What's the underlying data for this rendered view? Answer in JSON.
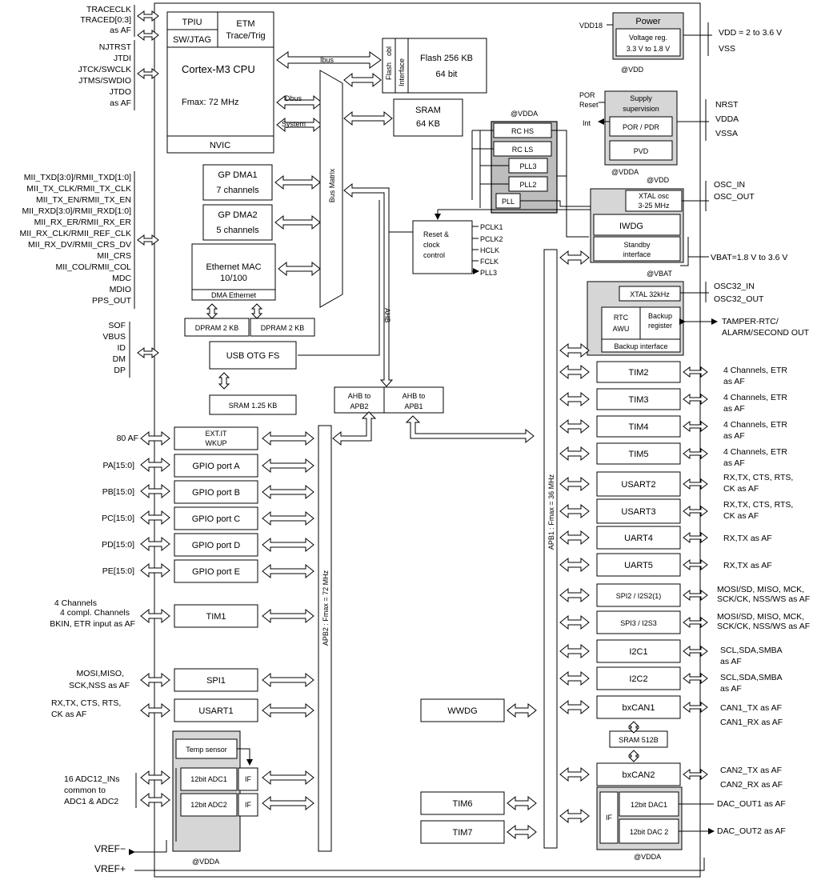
{
  "left_labels": {
    "trace": [
      "TRACECLK",
      "TRACED[0:3]",
      "as AF"
    ],
    "jtag": [
      "NJTRST",
      "JTDI",
      "JTCK/SWCLK",
      "JTMS/SWDIO",
      "JTDO",
      "as AF"
    ],
    "mii": [
      "MII_TXD[3:0]/RMII_TXD[1:0]",
      "MII_TX_CLK/RMII_TX_CLK",
      "MII_TX_EN/RMII_TX_EN",
      "MII_RXD[3:0]/RMII_RXD[1:0]",
      "MII_RX_ER/RMII_RX_ER",
      "MII_RX_CLK/RMII_REF_CLK",
      "MII_RX_DV/RMII_CRS_DV",
      "MII_CRS",
      "MII_COL/RMII_COL",
      "MDC",
      "MDIO",
      "PPS_OUT"
    ],
    "usb": [
      "SOF",
      "VBUS",
      "ID",
      "DM",
      "DP"
    ],
    "af80": "80 AF",
    "gpio": [
      "PA[15:0]",
      "PB[15:0]",
      "PC[15:0]",
      "PD[15:0]",
      "PE[15:0]"
    ],
    "tim1": [
      "4 Channels",
      "4 compl. Channels",
      "BKIN, ETR input as AF"
    ],
    "spi1": [
      "MOSI,MISO,",
      "SCK,NSS as AF"
    ],
    "usart1": [
      "RX,TX, CTS, RTS,",
      "CK as AF"
    ],
    "adc": [
      "16 ADC12_INs",
      "common to",
      "ADC1 & ADC2"
    ],
    "vref_minus": "VREF−",
    "vref_plus": "VREF+"
  },
  "core": {
    "tpiu": "TPIU",
    "etm": [
      "ETM",
      "Trace/Trig"
    ],
    "swjtag": "SW/JTAG",
    "cpu": "Cortex-M3 CPU",
    "fmax": "Fmax: 72 MHz",
    "nvic": "NVIC",
    "ibus": "Ibus",
    "dbus": "Dbus",
    "system": "System",
    "bus_matrix": "Bus Matrix",
    "ahb": "AHB"
  },
  "memory": {
    "flash": [
      "Flash 256 KB",
      "64 bit"
    ],
    "flash_obl": "obl",
    "flash_if": "Flash",
    "flash_interface": "Interface",
    "sram": [
      "SRAM",
      "64 KB"
    ]
  },
  "dma": {
    "dma1": [
      "GP DMA1",
      "7 channels"
    ],
    "dma2": [
      "GP DMA2",
      "5 channels"
    ],
    "eth": [
      "Ethernet  MAC",
      "10/100"
    ],
    "eth_dma": "DMA Ethernet",
    "dpram1": "DPRAM 2 KB",
    "dpram2": "DPRAM 2 KB",
    "usb": "USB OTG FS",
    "usb_sram": "SRAM 1.25 KB"
  },
  "clock": {
    "vdda_top": "@VDDA",
    "rc_hs": "RC HS",
    "rc_ls": "RC LS",
    "pll3": "PLL3",
    "pll2": "PLL2",
    "pll": "PLL",
    "reset_clock": [
      "Reset &",
      "clock",
      "control"
    ],
    "clocks": [
      "PCLK1",
      "PCLK2",
      "HCLK",
      "FCLK",
      "PLL3"
    ]
  },
  "power": {
    "vdd18": "VDD18",
    "title": "Power",
    "vreg": [
      "Voltage reg.",
      "3.3 V to 1.8 V"
    ],
    "at_vdd": "@VDD",
    "vdd_range": "VDD = 2 to 3.6 V",
    "vss": "VSS",
    "supervision": [
      "Supply",
      "supervision"
    ],
    "por_reset": [
      "POR",
      "Reset"
    ],
    "int": "Int",
    "por_pdr": "POR / PDR",
    "pvd": "PVD",
    "at_vdda": "@VDDA",
    "at_vdd2": "@VDD",
    "pins": [
      "NRST",
      "VDDA",
      "VSSA"
    ]
  },
  "standby": {
    "xtal": [
      "XTAL osc",
      "3-25 MHz"
    ],
    "iwdg": "IWDG",
    "standby_if": [
      "Standby",
      "interface"
    ],
    "osc": [
      "OSC_IN",
      "OSC_OUT"
    ],
    "vbat_range": "VBAT=1.8 V to 3.6 V",
    "at_vbat": "@VBAT"
  },
  "backup": {
    "xtal32": "XTAL 32kHz",
    "rtc": [
      "RTC",
      "AWU"
    ],
    "backup_reg": [
      "Backup",
      "register"
    ],
    "backup_if": "Backup interface",
    "osc32": [
      "OSC32_IN",
      "OSC32_OUT"
    ],
    "tamper": [
      "TAMPER-RTC/",
      "ALARM/SECOND OUT"
    ]
  },
  "bridges": {
    "apb2": [
      "AHB to",
      "APB2"
    ],
    "apb1": [
      "AHB to",
      "APB1"
    ],
    "apb2_bus": "APB2 : Fmax = 72 MHz",
    "apb1_bus": "APB1 : Fmax = 36 MHz"
  },
  "apb2_periph": {
    "exti": [
      "EXT.IT",
      "WKUP"
    ],
    "gpio": [
      "GPIO port A",
      "GPIO port B",
      "GPIO port C",
      "GPIO port D",
      "GPIO port E"
    ],
    "tim1": "TIM1",
    "spi1": "SPI1",
    "usart1": "USART1",
    "temp": "Temp sensor",
    "adc1": "12bit ADC1",
    "adc2": "12bit ADC2",
    "if": "IF",
    "at_vdda": "@VDDA"
  },
  "apb1_periph": {
    "tim": [
      "TIM2",
      "TIM3",
      "TIM4",
      "TIM5"
    ],
    "usart2": "USART2",
    "usart3": "USART3",
    "uart4": "UART4",
    "uart5": "UART5",
    "spi2": "SPI2 / I2S2(1)",
    "spi3": "SPI3 / I2S3",
    "i2c1": "I2C1",
    "i2c2": "I2C2",
    "bxcan1": "bxCAN1",
    "sram512": "SRAM 512B",
    "bxcan2": "bxCAN2",
    "wwdg": "WWDG",
    "tim6": "TIM6",
    "tim7": "TIM7",
    "dac1": "12bit DAC1",
    "dac2": "12bit DAC 2",
    "dac_if": "IF",
    "at_vdda": "@VDDA"
  },
  "right_labels": {
    "tim": [
      [
        "4 Channels, ETR",
        "as AF"
      ],
      [
        "4 Channels, ETR",
        "as AF"
      ],
      [
        "4 Channels, ETR",
        "as AF"
      ],
      [
        "4 Channels, ETR",
        "as AF"
      ]
    ],
    "usart2": [
      "RX,TX, CTS, RTS,",
      "CK as AF"
    ],
    "usart3": [
      "RX,TX, CTS, RTS,",
      "CK as AF"
    ],
    "uart4": "RX,TX as AF",
    "uart5": "RX,TX as AF",
    "spi2": [
      "MOSI/SD, MISO, MCK,",
      "SCK/CK, NSS/WS as AF"
    ],
    "spi3": [
      "MOSI/SD, MISO, MCK,",
      "SCK/CK, NSS/WS as AF"
    ],
    "i2c1": [
      "SCL,SDA,SMBA",
      "as AF"
    ],
    "i2c2": [
      "SCL,SDA,SMBA",
      "as AF"
    ],
    "can1": [
      "CAN1_TX as AF",
      "CAN1_RX as AF"
    ],
    "can2": [
      "CAN2_TX as AF",
      "CAN2_RX as AF"
    ],
    "dac1": "DAC_OUT1 as AF",
    "dac2": "DAC_OUT2 as AF"
  }
}
